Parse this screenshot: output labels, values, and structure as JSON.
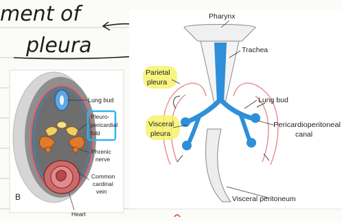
{
  "notes": {
    "line1": "ment of",
    "line2": "pleura"
  },
  "colors": {
    "notebook_line": "#c8ccd6",
    "airway_blue": "#2f8fd8",
    "pleura_red": "#e0606a",
    "highlight": "#f6f36a",
    "cyan_box": "#2fb5e8"
  },
  "left_panel": {
    "panel_letter": "B",
    "labels": {
      "lung_bud": "Lung bud",
      "pleuro_pericardial_fold": [
        "Pleuro-",
        "pericardial",
        "fold"
      ],
      "phrenic_nerve": [
        "Phrenic",
        "nerve"
      ],
      "common_cardinal_vein": [
        "Common",
        "cardinal",
        "vein"
      ],
      "heart": "Heart"
    }
  },
  "right_panel": {
    "labels": {
      "pharynx": "Pharynx",
      "trachea": "Trachea",
      "parietal_pleura": [
        "Parietal",
        "pleura"
      ],
      "lung_bud": "Lung bud",
      "visceral_pleura": [
        "Visceral",
        "pleura"
      ],
      "pericardioperitoneal_canal": [
        "Pericardioperitoneal",
        "canal"
      ],
      "visceral_peritoneum": "Visceral peritoneum"
    }
  }
}
